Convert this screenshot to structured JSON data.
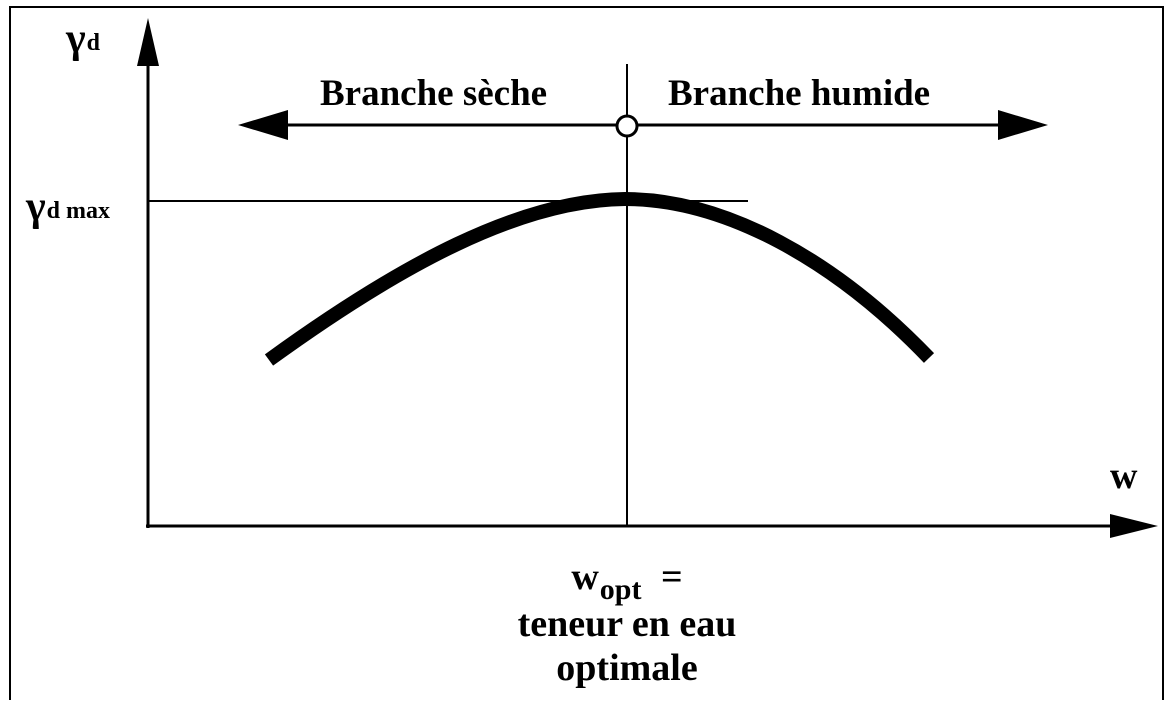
{
  "labels": {
    "y_axis_symbol": "γ",
    "y_axis_subscript": "d",
    "ymax_symbol": "γ",
    "ymax_subscript": "d max",
    "x_axis": "w",
    "left_branch": "Branche sèche",
    "right_branch": "Branche humide",
    "wopt_symbol": "w",
    "wopt_subscript": "opt",
    "wopt_equals": "=",
    "wopt_line1": "teneur en eau",
    "wopt_line2": "optimale"
  },
  "colors": {
    "ink": "#000000",
    "background": "#ffffff"
  }
}
